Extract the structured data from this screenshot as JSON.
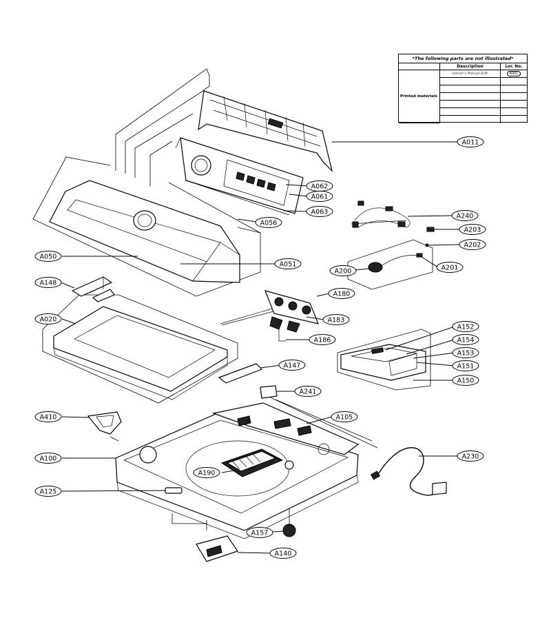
{
  "not_illustrated": {
    "title": "*The following parts are not illustrated*",
    "header_description": "Description",
    "header_loc": "Loc No.",
    "group_label": "Printed materials",
    "rows": [
      {
        "description": "Owner's Manual,A/W",
        "loc": "A001"
      },
      {
        "description": "",
        "loc": ""
      },
      {
        "description": "",
        "loc": ""
      },
      {
        "description": "",
        "loc": ""
      },
      {
        "description": "",
        "loc": ""
      },
      {
        "description": "",
        "loc": ""
      },
      {
        "description": "",
        "loc": ""
      }
    ]
  },
  "callouts": [
    {
      "id": "A011",
      "label": "A011"
    },
    {
      "id": "A062",
      "label": "A062"
    },
    {
      "id": "A061",
      "label": "A061"
    },
    {
      "id": "A063",
      "label": "A063"
    },
    {
      "id": "A056",
      "label": "A056"
    },
    {
      "id": "A240",
      "label": "A240"
    },
    {
      "id": "A203",
      "label": "A203"
    },
    {
      "id": "A202",
      "label": "A202"
    },
    {
      "id": "A050",
      "label": "A050"
    },
    {
      "id": "A051",
      "label": "A051"
    },
    {
      "id": "A200",
      "label": "A200"
    },
    {
      "id": "A201",
      "label": "A201"
    },
    {
      "id": "A148",
      "label": "A148"
    },
    {
      "id": "A180",
      "label": "A180"
    },
    {
      "id": "A020",
      "label": "A020"
    },
    {
      "id": "A183",
      "label": "A183"
    },
    {
      "id": "A186",
      "label": "A186"
    },
    {
      "id": "A152",
      "label": "A152"
    },
    {
      "id": "A154",
      "label": "A154"
    },
    {
      "id": "A153",
      "label": "A153"
    },
    {
      "id": "A151",
      "label": "A151"
    },
    {
      "id": "A147",
      "label": "A147"
    },
    {
      "id": "A150",
      "label": "A150"
    },
    {
      "id": "A241",
      "label": "A241"
    },
    {
      "id": "A410",
      "label": "A410"
    },
    {
      "id": "A105",
      "label": "A105"
    },
    {
      "id": "A230",
      "label": "A230"
    },
    {
      "id": "A100",
      "label": "A100"
    },
    {
      "id": "A190",
      "label": "A190"
    },
    {
      "id": "A125",
      "label": "A125"
    },
    {
      "id": "A157",
      "label": "A157"
    },
    {
      "id": "A140",
      "label": "A140"
    }
  ]
}
